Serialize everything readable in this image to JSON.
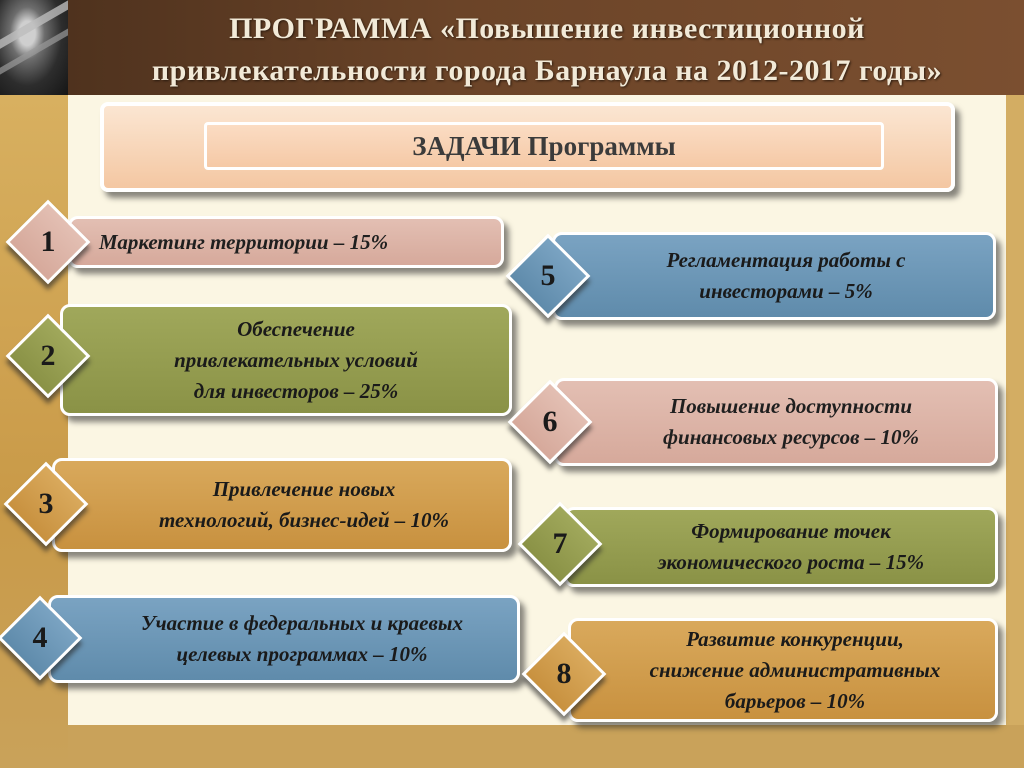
{
  "header": {
    "title_line1": "ПРОГРАММА «Повышение инвестиционной",
    "title_line2": "привлекательности города Барнаула на 2012-2017 годы»"
  },
  "tasks_header": "ЗАДАЧИ Программы",
  "colors": {
    "pink": "#d6a99b",
    "blue": "#5f8bab",
    "olive": "#8a9246",
    "gold": "#c8913f"
  },
  "tasks": [
    {
      "number": "1",
      "lines": [
        "Маркетинг территории – 15%"
      ],
      "color": "pink"
    },
    {
      "number": "2",
      "lines": [
        "Обеспечение",
        "привлекательных условий",
        "для инвесторов – 25%"
      ],
      "color": "olive"
    },
    {
      "number": "3",
      "lines": [
        "Привлечение новых",
        "технологий, бизнес-идей – 10%"
      ],
      "color": "gold"
    },
    {
      "number": "4",
      "lines": [
        "Участие в федеральных и краевых",
        "целевых программах – 10%"
      ],
      "color": "blue"
    },
    {
      "number": "5",
      "lines": [
        "Регламентация работы с",
        "инвесторами – 5%"
      ],
      "color": "blue"
    },
    {
      "number": "6",
      "lines": [
        "Повышение доступности",
        "финансовых ресурсов – 10%"
      ],
      "color": "pink"
    },
    {
      "number": "7",
      "lines": [
        "Формирование точек",
        "экономического роста – 15%"
      ],
      "color": "olive"
    },
    {
      "number": "8",
      "lines": [
        "Развитие конкуренции,",
        "снижение административных",
        "барьеров – 10%"
      ],
      "color": "gold"
    }
  ]
}
